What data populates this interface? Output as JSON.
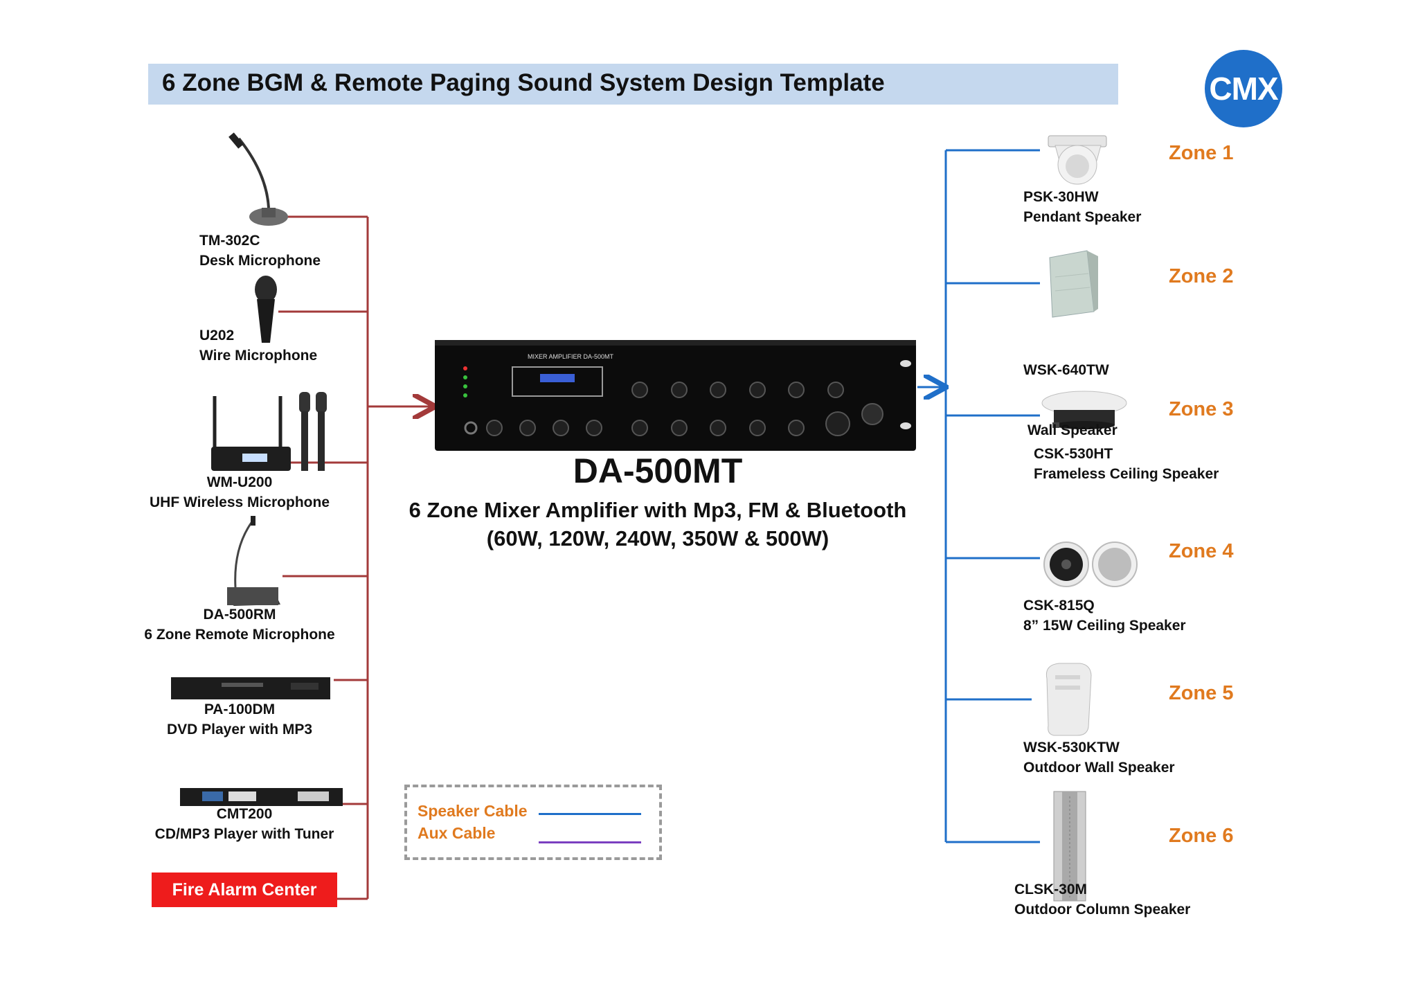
{
  "title": "6 Zone BGM & Remote Paging Sound System Design Template",
  "logo": "CMX",
  "colors": {
    "input_line": "#a33a3a",
    "speaker_line": "#1f6fc9",
    "aux_line": "#7a3fc0",
    "zone_text": "#e07a1f",
    "fire_bg": "#ee1c1c",
    "title_bar": "#c5d8ee"
  },
  "inputs": [
    {
      "model": "TM-302C",
      "desc": "Desk Microphone",
      "icon": "desk-microphone-icon"
    },
    {
      "model": "U202",
      "desc": "Wire Microphone",
      "icon": "handheld-microphone-icon"
    },
    {
      "model": "WM-U200",
      "desc": "UHF Wireless Microphone",
      "icon": "wireless-microphone-icon"
    },
    {
      "model": "DA-500RM",
      "desc": "6 Zone Remote Microphone",
      "icon": "remote-microphone-icon"
    },
    {
      "model": "PA-100DM",
      "desc": "DVD Player with MP3",
      "icon": "dvd-player-icon"
    },
    {
      "model": "CMT200",
      "desc": "CD/MP3 Player with Tuner",
      "icon": "cd-tuner-icon"
    }
  ],
  "fire_alarm": "Fire Alarm Center",
  "amplifier": {
    "model": "DA-500MT",
    "desc_line1": "6 Zone Mixer Amplifier with Mp3, FM & Bluetooth",
    "desc_line2": "(60W, 120W, 240W, 350W & 500W)",
    "panel_label": "MIXER AMPLIFIER DA-500MT"
  },
  "zones": [
    {
      "zone": "Zone 1",
      "model": "PSK-30HW",
      "desc": "Pendant Speaker",
      "icon": "pendant-speaker-icon"
    },
    {
      "zone": "Zone 2",
      "model": "WSK-640TW",
      "desc": " Wall Speaker",
      "icon": "wall-speaker-icon"
    },
    {
      "zone": "Zone 3",
      "model": "CSK-530HT",
      "desc": "Frameless Ceiling Speaker",
      "icon": "ceiling-speaker-icon"
    },
    {
      "zone": "Zone 4",
      "model": "CSK-815Q",
      "desc": "8” 15W Ceiling Speaker",
      "icon": "round-ceiling-speaker-icon"
    },
    {
      "zone": "Zone 5",
      "model": "WSK-530KTW",
      "desc": "Outdoor Wall Speaker",
      "icon": "outdoor-wall-speaker-icon"
    },
    {
      "zone": "Zone 6",
      "model": "CLSK-30M",
      "desc": "Outdoor Column Speaker",
      "icon": "column-speaker-icon"
    }
  ],
  "legend": {
    "speaker_cable": "Speaker Cable",
    "aux_cable": "Aux Cable"
  }
}
